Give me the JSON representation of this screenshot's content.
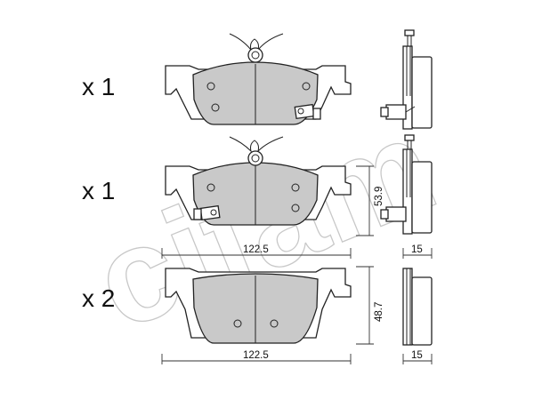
{
  "watermark": {
    "text": "cifam"
  },
  "rows": [
    {
      "quantity": "x 1",
      "width_dim": "122.5",
      "height_dim": "53.9",
      "thickness_dim": "15"
    },
    {
      "quantity": "x 1"
    },
    {
      "quantity": "x 2",
      "width_dim": "122.5",
      "height_dim": "48.7",
      "thickness_dim": "15"
    }
  ],
  "colors": {
    "friction": "#c9c9c9",
    "outline": "#222222",
    "watermark": "#c8c8c8"
  }
}
